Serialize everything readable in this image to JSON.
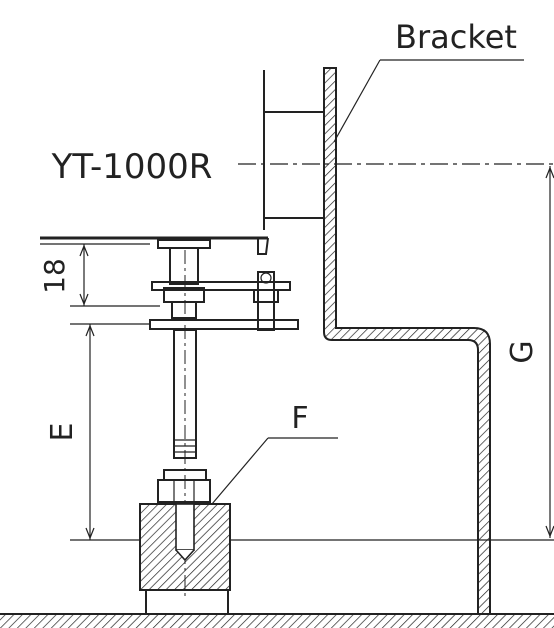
{
  "labels": {
    "bracket": "Bracket",
    "model": "YT-1000R",
    "dim_18": "18",
    "dim_e": "E",
    "dim_f": "F",
    "dim_g": "G"
  },
  "colors": {
    "line": "#222222",
    "background": "#ffffff"
  }
}
